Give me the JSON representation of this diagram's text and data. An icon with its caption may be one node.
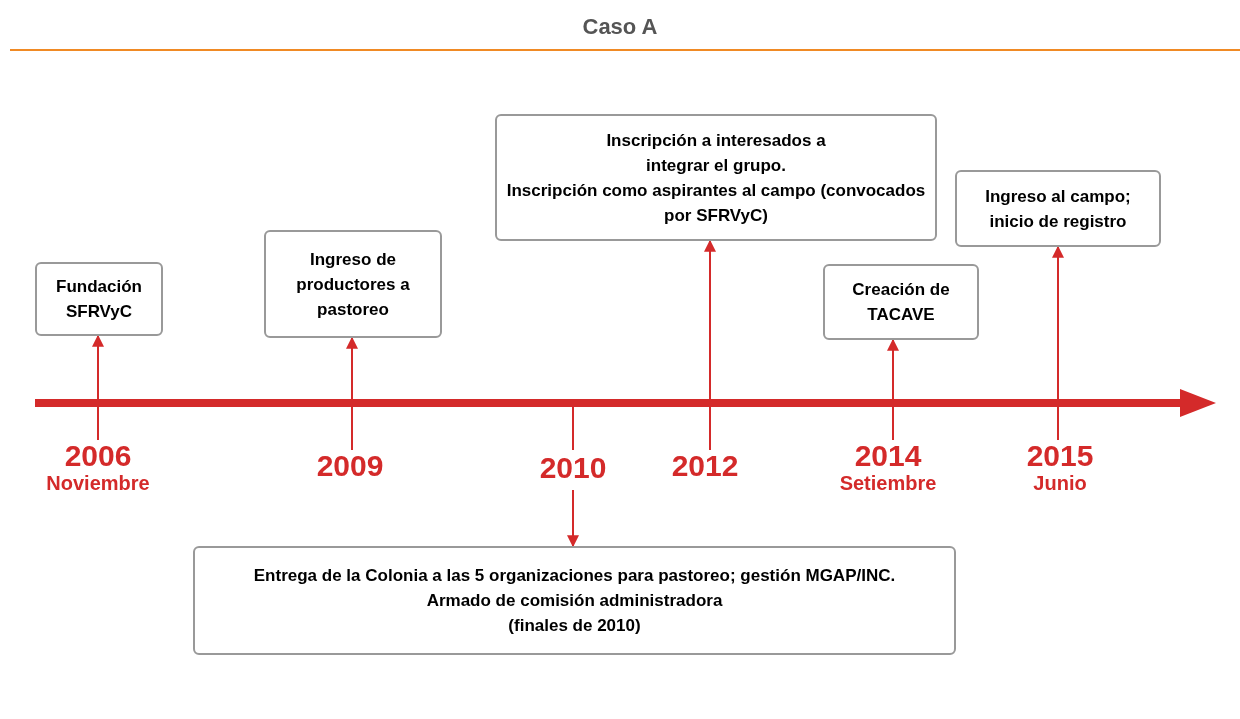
{
  "diagram": {
    "title": "Caso A",
    "nodes": [
      {
        "text": [
          "Fundación SFRVyC"
        ]
      },
      {
        "text": [
          "2006",
          "Noviembre"
        ]
      },
      {
        "text": [
          "Ingreso de productores a pastoreo"
        ]
      },
      {
        "text": [
          "2009"
        ]
      },
      {
        "text": [
          "2010"
        ]
      },
      {
        "text": [
          "Entrega de la Colonia a las 5 organizaciones para pastoreo; gestión MGAP/INC.",
          "Armado de comisión administradora (finales de 2010)"
        ]
      },
      {
        "text": [
          "Inscripción a interesados a integrar el grupo.",
          "Inscripción como aspirantes al campo (convocados por SFRVyC)"
        ]
      },
      {
        "text": [
          "2012"
        ]
      },
      {
        "text": [
          "Creación de TACAVE"
        ]
      },
      {
        "text": [
          "2014",
          "Setiembre"
        ]
      },
      {
        "text": [
          "Ingreso al campo; inicio de registro"
        ]
      },
      {
        "text": [
          "2015",
          "Junio"
        ]
      }
    ],
    "edges": [
      {
        "from": 1,
        "to": 0,
        "arrow": "to"
      },
      {
        "from": 3,
        "to": 2,
        "arrow": "to"
      },
      {
        "from": 4,
        "to": 5,
        "arrow": "to"
      },
      {
        "from": 7,
        "to": 6,
        "arrow": "to"
      },
      {
        "from": 9,
        "to": 8,
        "arrow": "to"
      },
      {
        "from": 11,
        "to": 10,
        "arrow": "to"
      }
    ]
  }
}
